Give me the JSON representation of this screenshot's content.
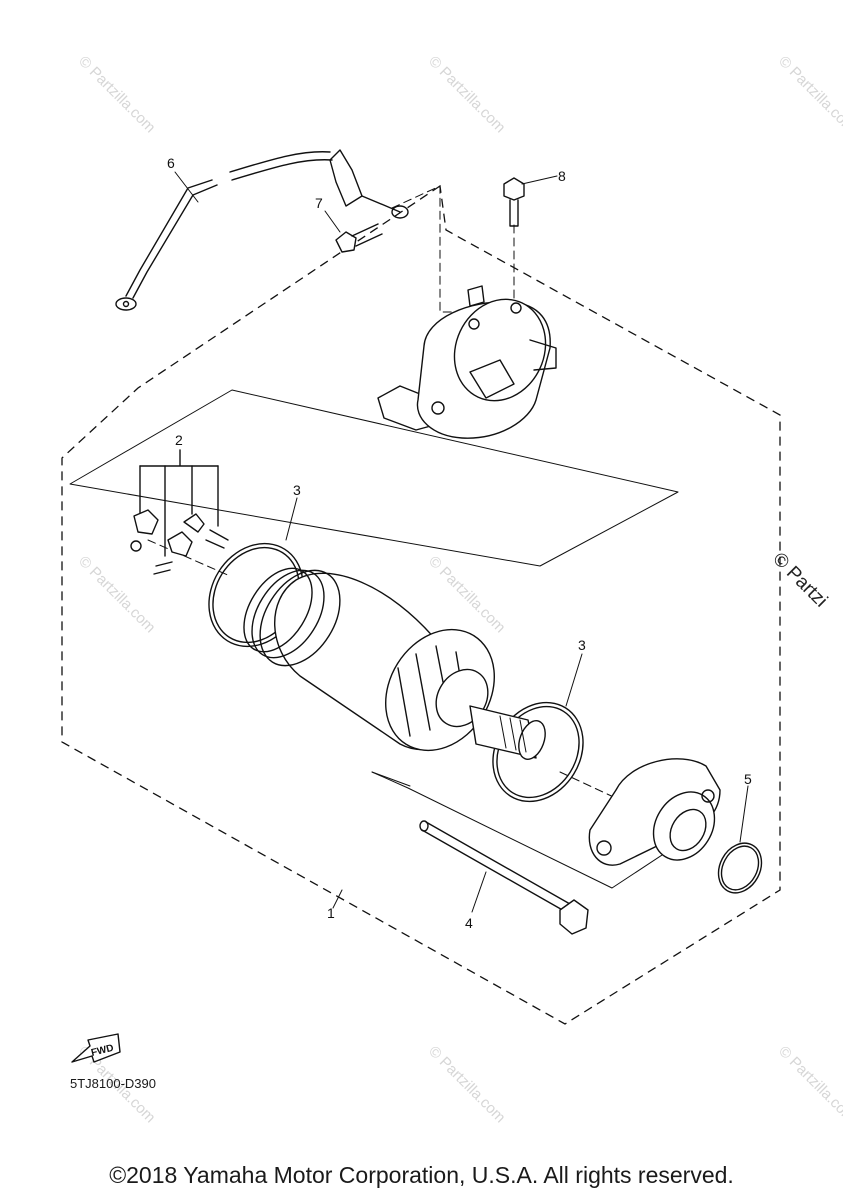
{
  "callouts": {
    "c1": "1",
    "c2": "2",
    "c3a": "3",
    "c3b": "3",
    "c4": "4",
    "c5": "5",
    "c6": "6",
    "c7": "7",
    "c8": "8"
  },
  "watermark": "© Partzilla.com",
  "watermark_side": "© Partzi",
  "fwd_label": "FWD",
  "diagram_code": "5TJ8100-D390",
  "copyright": "©2018 Yamaha Motor Corporation, U.S.A. All rights reserved."
}
